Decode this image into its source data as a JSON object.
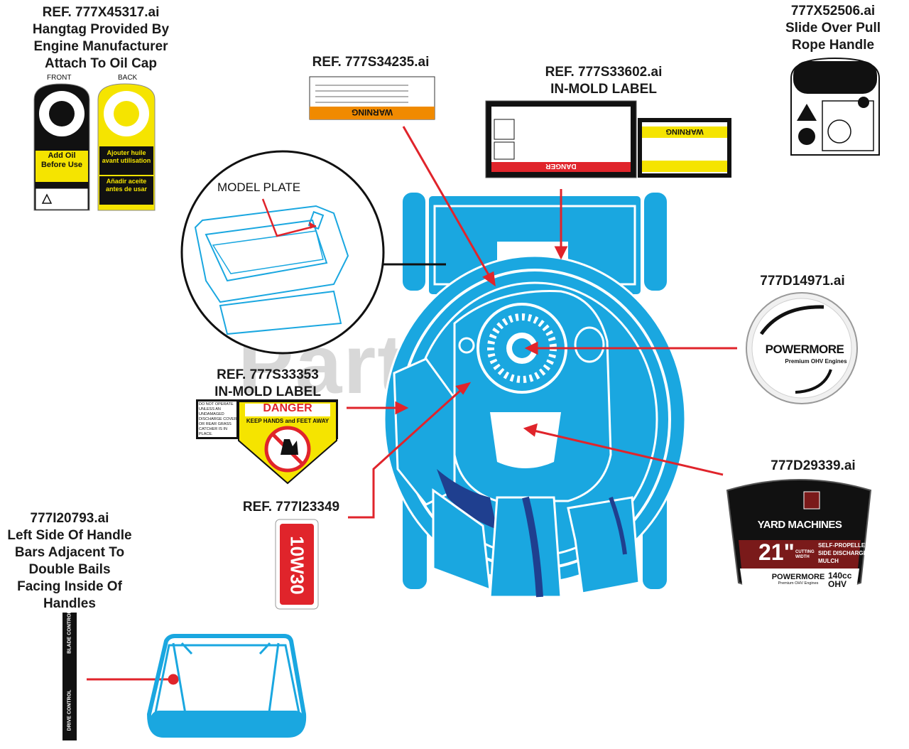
{
  "watermark": "PartsTree",
  "callouts": {
    "hangtag": {
      "lines": [
        "REF. 777X45317.ai",
        "Hangtag Provided By",
        "Engine Manufacturer",
        "Attach To Oil Cap"
      ],
      "front": "FRONT",
      "back": "BACK",
      "front_text_1": "Add Oil",
      "front_text_2": "Before Use",
      "back_text_1": "Ajouter huile",
      "back_text_2": "avant utilisation",
      "back_text_3": "Añadir aceite",
      "back_text_4": "antes de usar"
    },
    "pull_rope": {
      "lines": [
        "777X52506.ai",
        "Slide Over Pull",
        "Rope Handle"
      ]
    },
    "warning_label": {
      "lines": [
        "REF. 777S34235.ai"
      ],
      "banner": "WARNING"
    },
    "in_mold_top": {
      "lines": [
        "REF. 777S33602.ai",
        "IN-MOLD LABEL"
      ],
      "danger": "DANGER",
      "warning": "WARNING"
    },
    "powermore_decal": {
      "lines": [
        "777D14971.ai"
      ],
      "brand": "POWERMORE",
      "tagline": "Premium OHV Engines"
    },
    "in_mold_left": {
      "lines": [
        "REF. 777S33353",
        "IN-MOLD LABEL"
      ],
      "danger": "DANGER",
      "subtitle": "KEEP HANDS and FEET AWAY",
      "side_text": [
        "DO NOT OPERATE",
        "UNLESS AN",
        "UNDAMAGED",
        "DISCHARGE COVER",
        "OR REAR GRASS",
        "CATCHER IS IN",
        "PLACE."
      ]
    },
    "oil_label": {
      "lines": [
        "REF. 777I23349"
      ],
      "oil": "10W30"
    },
    "yard_machines": {
      "lines": [
        "777D29339.ai"
      ],
      "brand": "YARD MACHINES",
      "size": "21\"",
      "cutting": "CUTTING WIDTH",
      "features": [
        "SELF-PROPELLED",
        "SIDE DISCHARGE",
        "MULCH"
      ],
      "engine_brand": "POWERMORE",
      "engine_sub": "Premium OHV Engines",
      "displacement": "140cc",
      "ohv": "OHV"
    },
    "handle_decal": {
      "lines": [
        "777I20793.ai",
        "Left Side Of Handle",
        "Bars Adjacent To",
        "Double Bails",
        "Facing Inside Of",
        "Handles"
      ],
      "blade": "BLADE CONTROL",
      "drive": "DRIVE CONTROL"
    },
    "model_plate": {
      "label": "MODEL PLATE"
    }
  },
  "colors": {
    "mower_blue": "#1aa7e0",
    "dark_blue": "#1f3f8f",
    "arrow_red": "#e0242b",
    "warning_yellow": "#f5e400",
    "warning_orange": "#f08a00"
  }
}
